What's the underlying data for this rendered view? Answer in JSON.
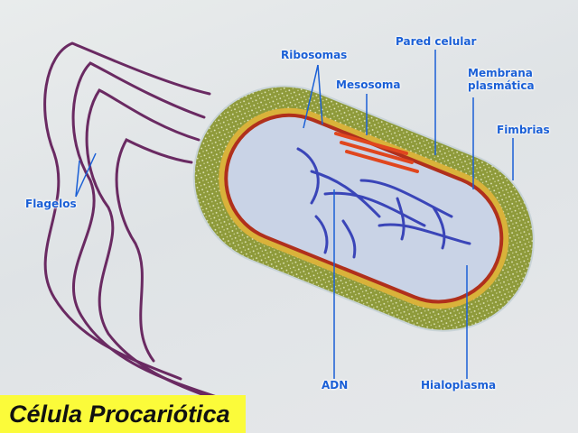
{
  "title": "Célula Procariótica",
  "labels": {
    "ribosomas": "Ribosomas",
    "mesosoma": "Mesosoma",
    "pared_celular": "Pared celular",
    "membrana_1": "Membrana",
    "membrana_2": "plasmática",
    "fimbrias": "Fimbrias",
    "flagelos": "Flagelos",
    "adn": "ADN",
    "hialoplasma": "Hialoplasma"
  },
  "colors": {
    "label": "#1a5fd6",
    "capsule": "#8e9a3a",
    "wall": "#d9b23a",
    "membrane": "#b0301c",
    "cytoplasm": "#c9d3e6",
    "dna": "#3a45b8",
    "mesosome": "#e0461e",
    "flagella": "#6a2a62",
    "title_bg": "#fbfb3a"
  }
}
